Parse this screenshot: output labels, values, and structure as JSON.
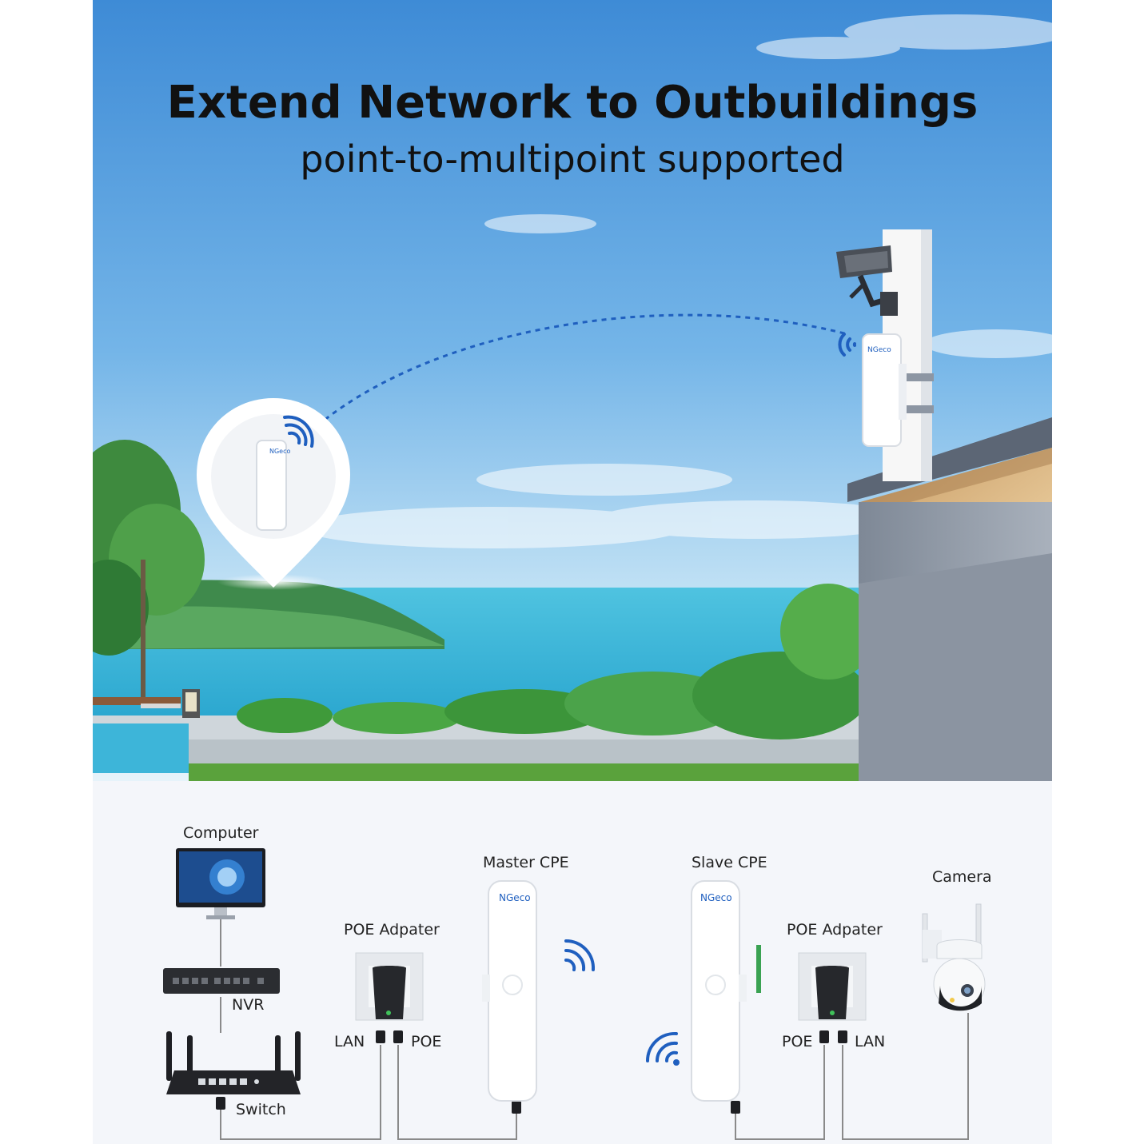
{
  "hero": {
    "title": "Extend Network to Outbuildings",
    "subtitle": "point-to-multipoint supported",
    "logo_text": "NGeco"
  },
  "diagram": {
    "labels": {
      "computer": "Computer",
      "nvr": "NVR",
      "switch": "Switch",
      "poe_adapter_left": "POE Adpater",
      "lan_left": "LAN",
      "poe_left": "POE",
      "master_cpe": "Master CPE",
      "slave_cpe": "Slave CPE",
      "poe_adapter_right": "POE Adpater",
      "poe_right": "POE",
      "lan_right": "LAN",
      "camera": "Camera"
    },
    "icons": [
      "wifi-signal-icon",
      "ethernet-plug-icon",
      "security-camera-icon"
    ]
  },
  "colors": {
    "sky_top": "#3f8fd8",
    "sky_bottom": "#d6ebf7",
    "wifi_blue": "#1f5fbf",
    "cable": "#888888",
    "text": "#111111"
  }
}
